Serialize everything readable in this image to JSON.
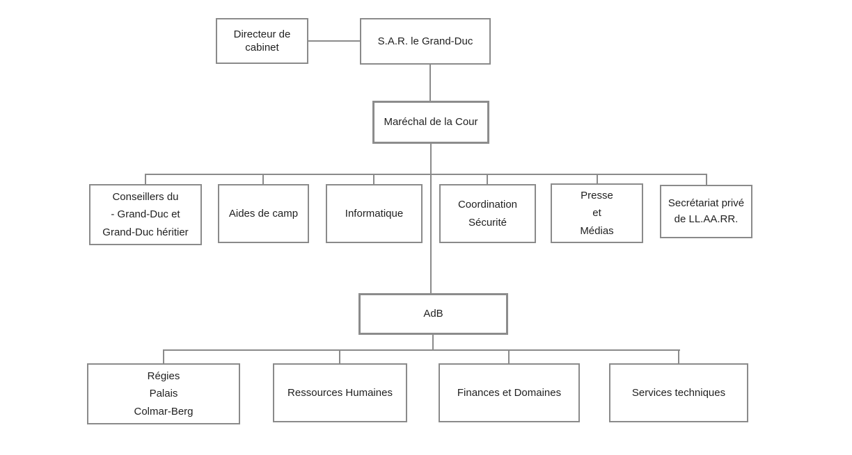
{
  "diagram_type": "org-chart",
  "nodes": {
    "directeur": {
      "label": "Directeur de\ncabinet"
    },
    "sar": {
      "label": "S.A.R. le Grand-Duc"
    },
    "marechal": {
      "label": "Maréchal de la Cour"
    },
    "conseillers": {
      "label": "Conseillers du\n- Grand-Duc et\nGrand-Duc héritier"
    },
    "aides": {
      "label": "Aides de camp"
    },
    "informatique": {
      "label": "Informatique"
    },
    "coordination": {
      "label": "Coordination\nSécurité"
    },
    "presse": {
      "label": "Presse\net\nMédias"
    },
    "secretariat": {
      "label": "Secrétariat privé\nde LL.AA.RR."
    },
    "adb": {
      "label": "AdB"
    },
    "regies": {
      "label": "Régies\nPalais\nColmar-Berg"
    },
    "ressources": {
      "label": "Ressources Humaines"
    },
    "finances": {
      "label": "Finances et Domaines"
    },
    "services": {
      "label": "Services techniques"
    }
  },
  "edges": [
    "directeur - sar",
    "sar - marechal",
    "marechal - conseillers",
    "marechal - aides",
    "marechal - informatique",
    "marechal - coordination",
    "marechal - presse",
    "marechal - secretariat",
    "marechal - adb",
    "adb - regies",
    "adb - ressources",
    "adb - finances",
    "adb - services"
  ],
  "colors": {
    "box_border": "#8a8a8a",
    "thick_box_border": "#8c8c8c",
    "connector": "#8a8a8a",
    "text": "#1f1f1f",
    "background": "#ffffff"
  }
}
